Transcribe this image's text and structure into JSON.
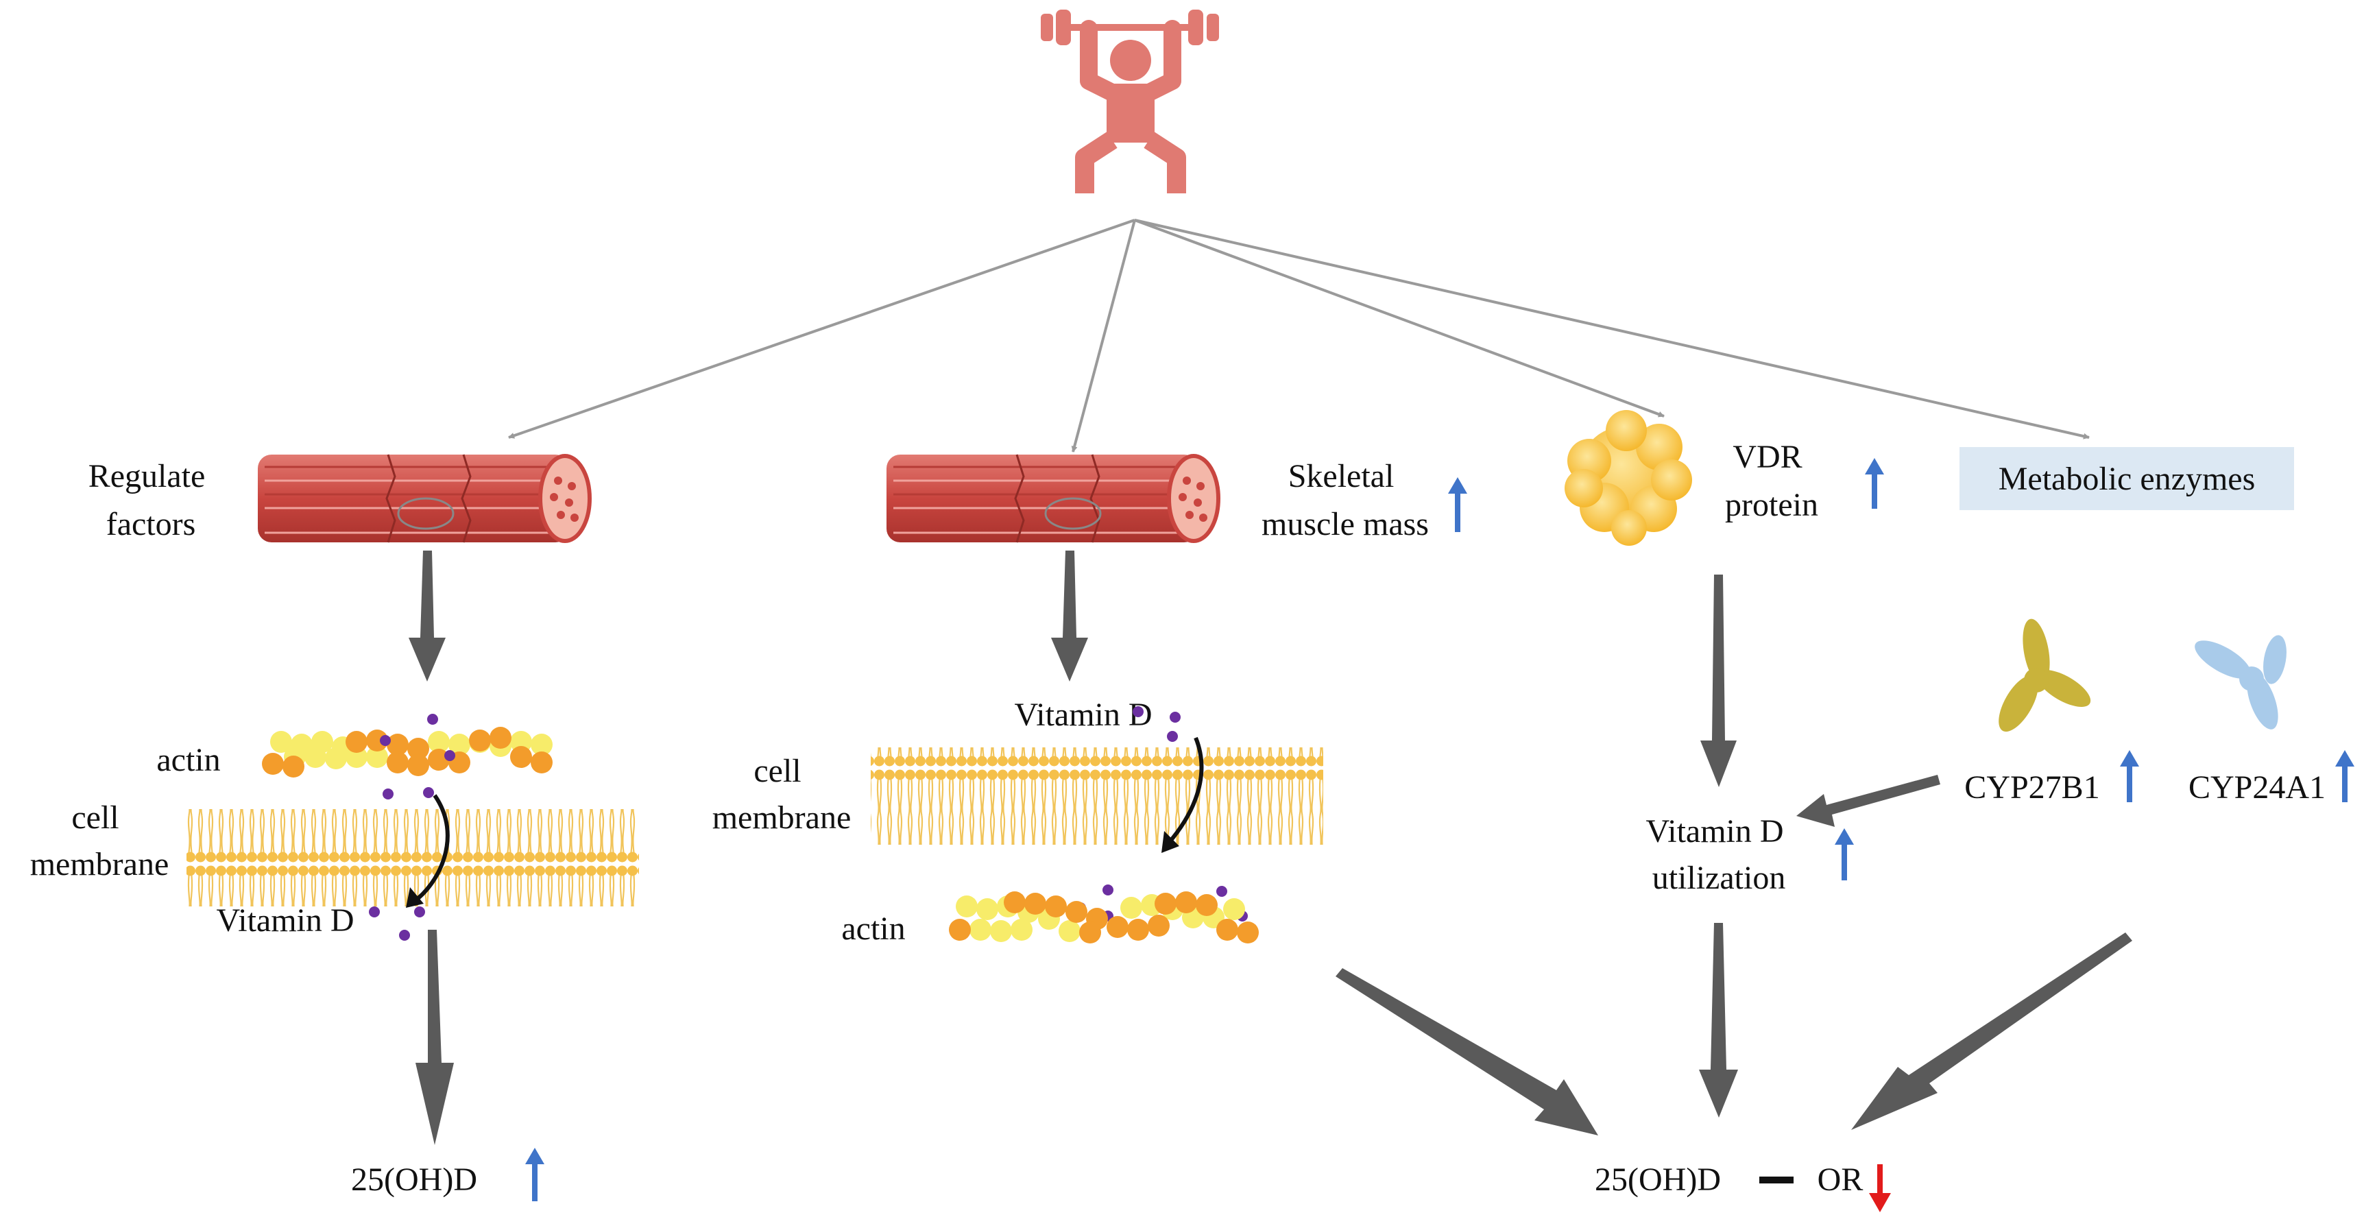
{
  "labels": {
    "regulate_factors": [
      "Regulate",
      "factors"
    ],
    "skeletal_muscle_mass": [
      "Skeletal",
      "muscle mass"
    ],
    "vdr_protein": [
      "VDR",
      "protein"
    ],
    "metabolic_enzymes": "Metabolic enzymes",
    "actin_left": "actin",
    "cell_membrane_left": [
      "cell",
      "membrane"
    ],
    "vitamin_d_left": "Vitamin D",
    "vitamin_d_middle": "Vitamin D",
    "cell_membrane_middle": [
      "cell",
      "membrane"
    ],
    "actin_middle": "actin",
    "vitamin_d_utilization": [
      "Vitamin D",
      "utilization"
    ],
    "cyp27b1": "CYP27B1",
    "cyp24a1": "CYP24A1",
    "ohd_left": "25(OH)D",
    "ohd_right": "25(OH)D",
    "or": "OR"
  },
  "colors": {
    "exercise_icon": "#e07a72",
    "muscle": "#c9453f",
    "muscle_light": "#e8847c",
    "membrane": "#f5c04a",
    "actin_orange": "#f39c2b",
    "actin_yellow": "#f7ec6a",
    "vitamin_dot": "#6b2fa0",
    "vdr_protein": "#f7c948",
    "cyp27b1_protein": "#c9b33b",
    "cyp24a1_protein": "#a9cbea",
    "thin_arrow": "#9a9a9a",
    "thick_arrow": "#5a5a5a",
    "up_arrow": "#3f74c9",
    "down_arrow": "#e21b1b",
    "box_fill": "#dce8f3"
  },
  "icons": {
    "exercise": "weightlifter-icon",
    "muscle": "muscle-fiber-icon",
    "membrane": "lipid-bilayer-icon",
    "actin": "actin-filament-icon",
    "vdr": "vdr-protein-icon",
    "cyp27b1": "cyp27b1-protein-icon",
    "cyp24a1": "cyp24a1-protein-icon"
  }
}
